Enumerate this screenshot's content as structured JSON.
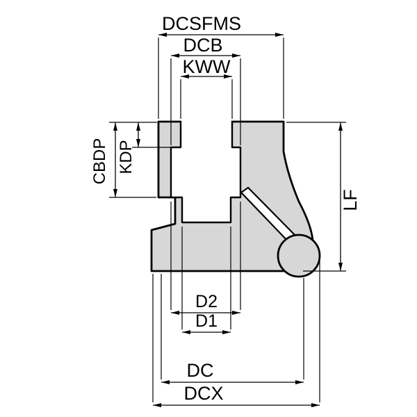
{
  "figure": {
    "labels": {
      "dcsfms": "DCSFMS",
      "dcb": "DCB",
      "kww": "KWW",
      "cbdp": "CBDP",
      "kdp": "KDP",
      "lf": "LF",
      "d2": "D2",
      "d1": "D1",
      "dc": "DC",
      "dcx": "DCX"
    },
    "colors": {
      "background": "#ffffff",
      "body_fill": "#d7d7d7",
      "line": "#000000"
    }
  }
}
